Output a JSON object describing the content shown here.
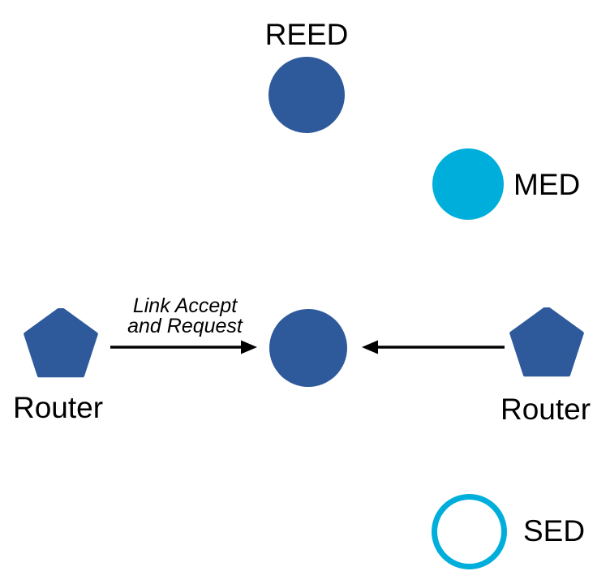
{
  "theme": {
    "background": "#FFFFFF",
    "node_blue": "#2E599B",
    "node_cyan": "#00AEDB",
    "text_color": "#000000",
    "arrow_color": "#000000"
  },
  "diagram": {
    "nodes": {
      "reed": {
        "label": "REED",
        "shape": "filled-circle",
        "color": "#2E599B"
      },
      "med": {
        "label": "MED",
        "shape": "filled-circle",
        "color": "#00AEDB"
      },
      "sed": {
        "label": "SED",
        "shape": "outlined-circle",
        "color": "#00AEDB"
      },
      "center": {
        "label": "",
        "shape": "filled-circle",
        "color": "#2E599B"
      },
      "router_left": {
        "label": "Router",
        "shape": "pentagon",
        "color": "#2E599B"
      },
      "router_right": {
        "label": "Router",
        "shape": "pentagon",
        "color": "#2E599B"
      }
    },
    "edges": {
      "left_arrow": {
        "from": "router_left",
        "to": "center",
        "label_line1": "Link Accept",
        "label_line2": "and Request"
      },
      "right_arrow": {
        "from": "router_right",
        "to": "center",
        "label_line1": "",
        "label_line2": ""
      }
    }
  }
}
